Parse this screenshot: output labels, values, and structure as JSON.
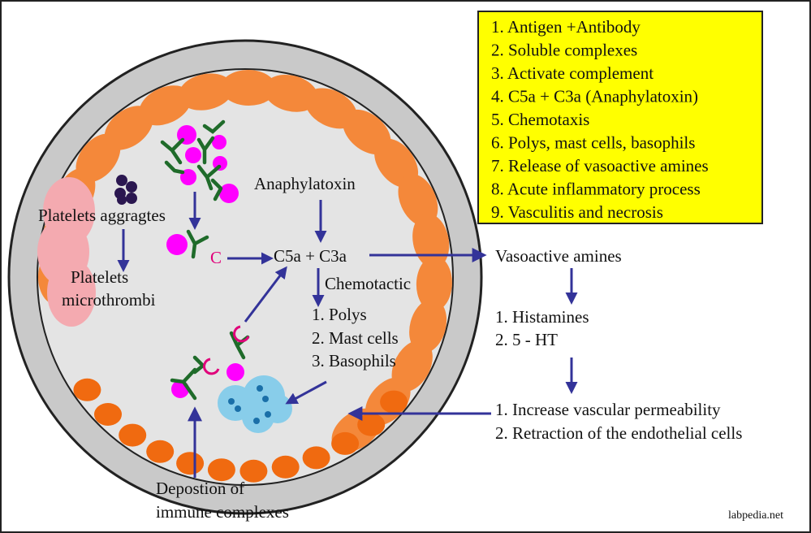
{
  "key_box": {
    "items": [
      "1. Antigen +Antibody",
      "2. Soluble complexes",
      "3. Activate complement",
      "4. C5a + C3a (Anaphylatoxin)",
      "5. Chemotaxis",
      "6. Polys, mast cells, basophils",
      "7. Release of vasoactive amines",
      "8. Acute inflammatory process",
      "9. Vasculitis and necrosis"
    ]
  },
  "labels": {
    "platelets_aggregates": "Platelets aggragtes",
    "platelets_line1": "Platelets",
    "platelets_line2": "microthrombi",
    "anaphylatoxin": "Anaphylatoxin",
    "complement_symbol": "C",
    "c5a_c3a": "C5a + C3a",
    "chemotactic": "Chemotactic",
    "cells": [
      "1. Polys",
      "2. Mast cells",
      "3. Basophils"
    ],
    "vasoactive_amines": "Vasoactive amines",
    "amines": [
      "1. Histamines",
      "2. 5 - HT"
    ],
    "effects": [
      "1. Increase vascular permeability",
      "2. Retraction of the endothelial cells"
    ],
    "deposition_line1": "Depostion of",
    "deposition_line2": "immune complexes"
  },
  "watermark": "labpedia.net",
  "colors": {
    "key_fill": "#ffff00",
    "vessel_outer": "#c9c9c9",
    "vessel_lumen": "#e4e4e4",
    "endothelium": "#f4883a",
    "endothelium_dark": "#f06a10",
    "platelet_patch": "#f4aab0",
    "antigen": "#ff00ff",
    "antibody": "#1f6b2a",
    "arrow": "#333399",
    "basophil": "#88cdea",
    "granule": "#1a6fa8",
    "platelets": "#2b1750"
  }
}
